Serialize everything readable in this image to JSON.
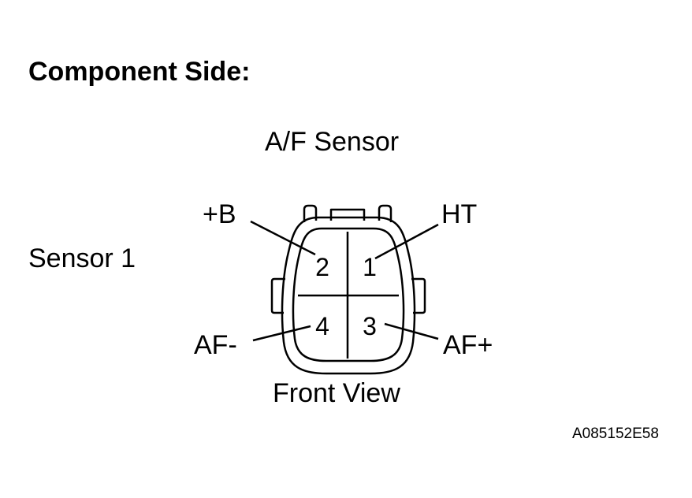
{
  "heading": "Component Side:",
  "sensor_name": "A/F Sensor",
  "sensor_number": "Sensor 1",
  "view_label": "Front View",
  "figure_code": "A085152E58",
  "terminals": {
    "t1": {
      "number": "1",
      "signal": "HT"
    },
    "t2": {
      "number": "2",
      "signal": "+B"
    },
    "t3": {
      "number": "3",
      "signal": "AF+"
    },
    "t4": {
      "number": "4",
      "signal": "AF-"
    }
  }
}
